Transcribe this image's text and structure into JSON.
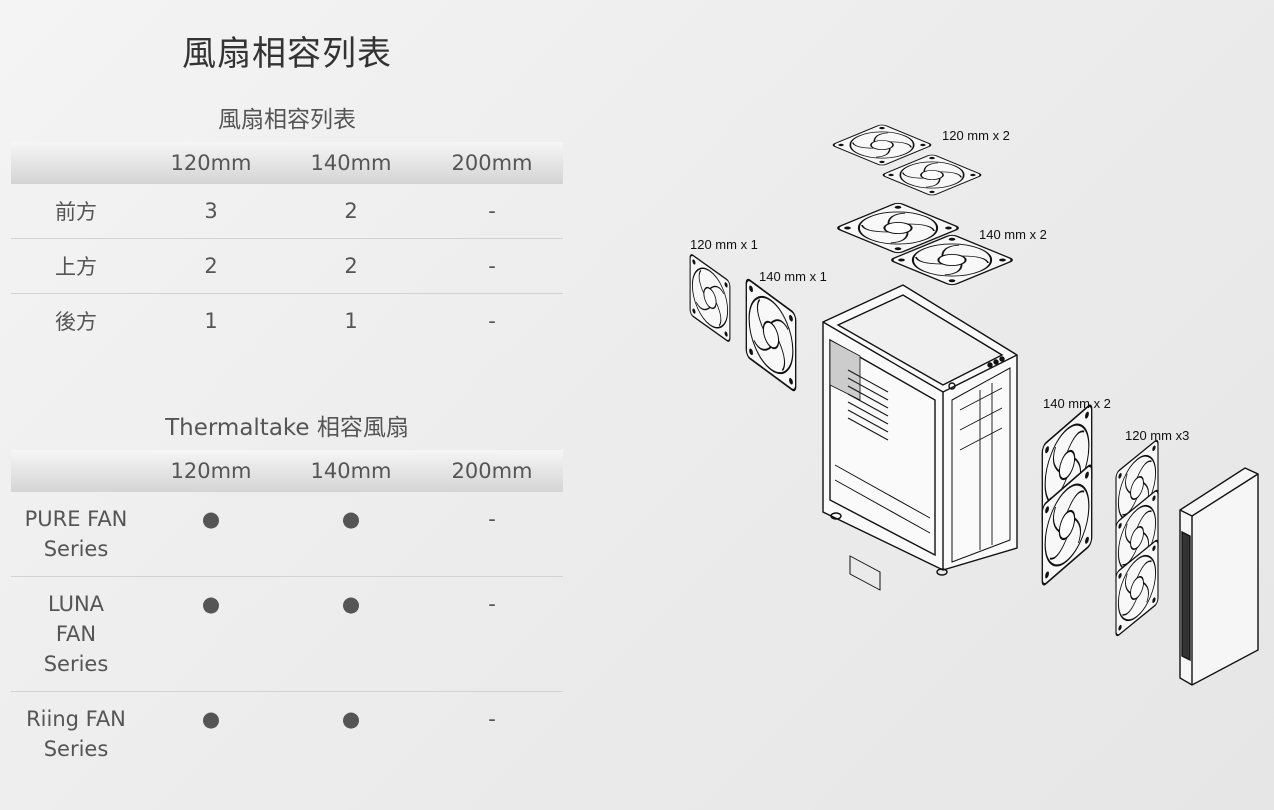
{
  "main_title": "風扇相容列表",
  "fan_table": {
    "title": "風扇相容列表",
    "headers": [
      "",
      "120mm",
      "140mm",
      "200mm"
    ],
    "rows": [
      {
        "position": "前方",
        "c120": "3",
        "c140": "2",
        "c200": "-"
      },
      {
        "position": "上方",
        "c120": "2",
        "c140": "2",
        "c200": "-"
      },
      {
        "position": "後方",
        "c120": "1",
        "c140": "1",
        "c200": "-"
      }
    ]
  },
  "tt_table": {
    "title": "Thermaltake 相容風扇",
    "headers": [
      "",
      "120mm",
      "140mm",
      "200mm"
    ],
    "rows": [
      {
        "name_lines": [
          "PURE FAN",
          "Series"
        ],
        "c120": "●",
        "c140": "●",
        "c200": "-"
      },
      {
        "name_lines": [
          "LUNA",
          "FAN",
          "Series"
        ],
        "c120": "●",
        "c140": "●",
        "c200": "-"
      },
      {
        "name_lines": [
          "Riing FAN",
          "Series"
        ],
        "c120": "●",
        "c140": "●",
        "c200": "-"
      }
    ]
  },
  "diagram": {
    "labels": {
      "top_120": "120 mm x 2",
      "top_140": "140 mm x 2",
      "rear_120": "120 mm x 1",
      "rear_140": "140 mm x 1",
      "front_140": "140 mm x 2",
      "front_120": "120 mm x3"
    }
  }
}
